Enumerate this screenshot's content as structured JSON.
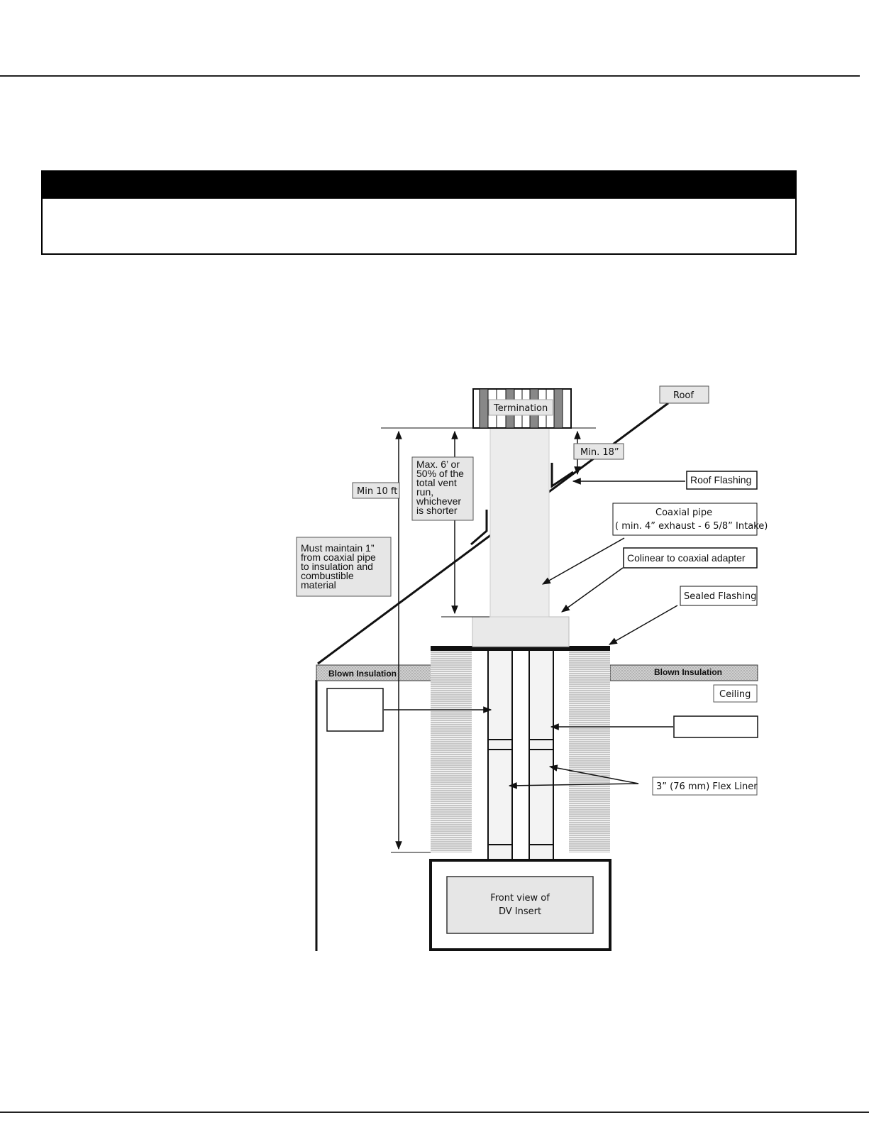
{
  "warning_box": {
    "body": ""
  },
  "diagram": {
    "termination": "Termination",
    "roof": "Roof",
    "min_18": "Min. 18”",
    "roof_flashing": "Roof Flashing",
    "coaxial_pipe_line1": "Coaxial pipe",
    "coaxial_pipe_line2": "( min. 4” exhaust - 6 5/8” Intake)",
    "colinear_adapter": "Colinear to coaxial adapter",
    "sealed_flashing": "Sealed Flashing",
    "blown_insulation_left": "Blown Insulation",
    "blown_insulation_right": "Blown Insulation",
    "ceiling": "Ceiling",
    "flex_liner": "3” (76 mm) Flex Liner",
    "min_10ft": "Min 10 ft",
    "max6_line1": "Max. 6’ or",
    "max6_line2": "50% of the",
    "max6_line3": "total vent",
    "max6_line4": "run,",
    "max6_line5": "whichever",
    "max6_line6": "is shorter",
    "maintain_line1": "Must maintain 1”",
    "maintain_line2": "from coaxial pipe",
    "maintain_line3": "to insulation and",
    "maintain_line4": "combustible",
    "maintain_line5": "material",
    "front_view_line1": "Front view of",
    "front_view_line2": "DV Insert",
    "left_blank_label": "",
    "right_blank_label": ""
  }
}
